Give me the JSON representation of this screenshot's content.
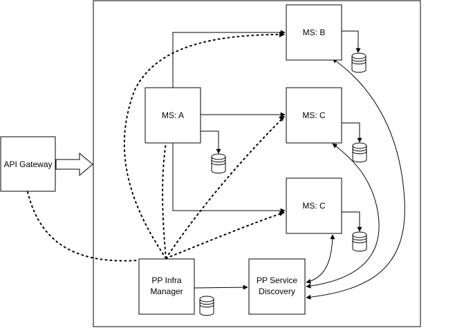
{
  "nodes": {
    "api_gateway": "API Gateway",
    "ms_a": "MS: A",
    "ms_b": "MS: B",
    "ms_c1": "MS: C",
    "ms_c2": "MS: C",
    "infra_manager": [
      "PP Infra",
      "Manager"
    ],
    "service_discovery": [
      "PP Service",
      "Discovery"
    ]
  },
  "colors": {
    "stroke": "#000000",
    "fill": "#ffffff"
  },
  "icons": {
    "database": "database-icon",
    "block_arrow": "block-arrow-icon"
  }
}
